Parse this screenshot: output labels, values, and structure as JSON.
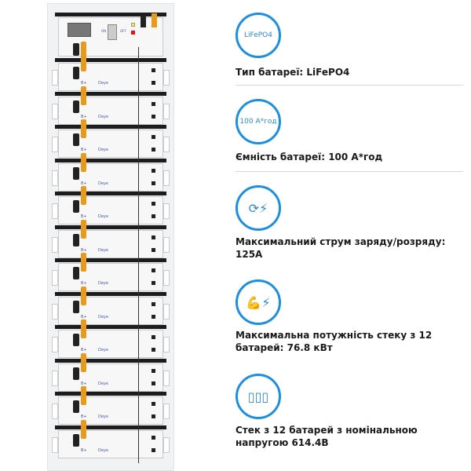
{
  "rack": {
    "module_count": 12,
    "module_label": "B+",
    "brand": "Deye",
    "bms_labels": {
      "on": "ON",
      "off": "OFF"
    }
  },
  "features": [
    {
      "icon": "battery-chemistry-icon",
      "icon_text": "LiFePO4",
      "text": "Тип батареї: LiFePO4"
    },
    {
      "icon": "battery-capacity-icon",
      "icon_text": "100 А*год",
      "text": "Ємність батареї: 100 А*год"
    },
    {
      "icon": "charge-cycle-icon",
      "icon_text": "",
      "text": "Максимальний струм заряду/розряду: 125А"
    },
    {
      "icon": "power-strength-icon",
      "icon_text": "",
      "text": "Максимальна потужність стеку з 12 батарей: 76.8 кВт"
    },
    {
      "icon": "battery-stack-icon",
      "icon_text": "",
      "text": "Стек з 12 батарей з номінальною напругою 614.4В"
    }
  ],
  "colors": {
    "accent": "#1d8fdf",
    "cable": "#e79b1d"
  }
}
